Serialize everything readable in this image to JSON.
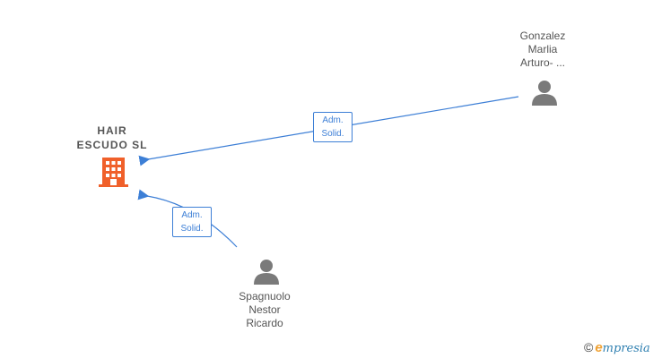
{
  "company": {
    "name_line1": "HAIR",
    "name_line2": "ESCUDO  SL",
    "color": "#f0602a"
  },
  "persons": [
    {
      "line1": "Gonzalez",
      "line2": "Marlia",
      "line3": "Arturo- ..."
    },
    {
      "line1": "Spagnuolo",
      "line2": "Nestor",
      "line3": "Ricardo"
    }
  ],
  "edges": [
    {
      "role_line1": "Adm.",
      "role_line2": "Solid."
    },
    {
      "role_line1": "Adm.",
      "role_line2": "Solid."
    }
  ],
  "colors": {
    "edge": "#3d7fd6",
    "person_icon": "#7a7a7a",
    "label": "#555555"
  },
  "watermark": {
    "copyright": "©",
    "brand_initial": "e",
    "brand_rest": "mpresia"
  }
}
